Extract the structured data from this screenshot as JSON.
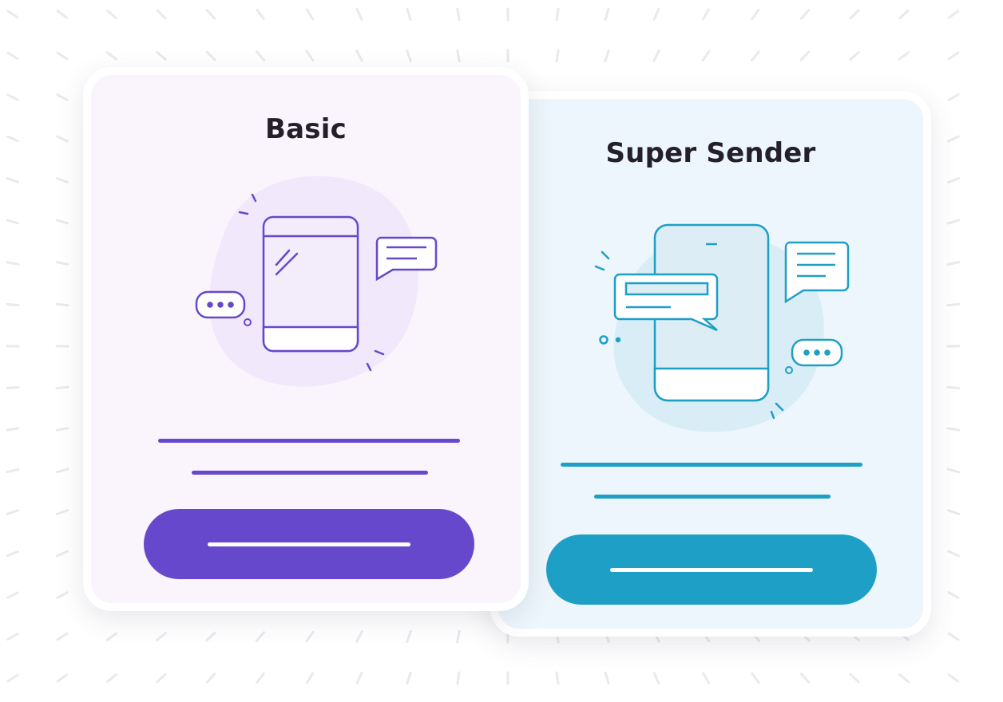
{
  "plans": {
    "basic": {
      "title": "Basic",
      "color": "#6648cc",
      "background": "#faf5fd"
    },
    "super_sender": {
      "title": "Super Sender",
      "color": "#1e9fc6",
      "background": "#edf6fc"
    }
  },
  "icons": [
    "phone-icon",
    "chat-bubble-icon",
    "typing-bubble-icon"
  ],
  "background_pattern": "dash-pattern"
}
